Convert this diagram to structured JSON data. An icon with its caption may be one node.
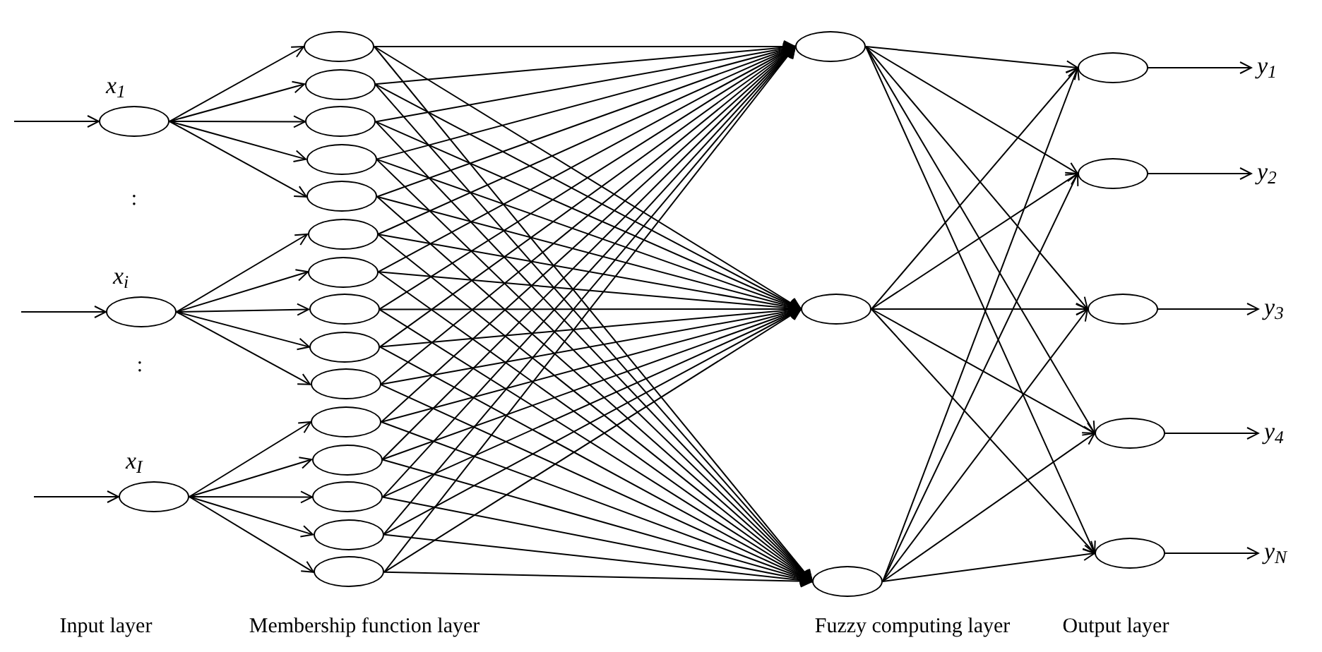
{
  "diagram": {
    "nodes": [
      {
        "text": [],
        "shape": "ellipse",
        "beside": [
          "x$_{1}$"
        ]
      },
      {
        "text": [],
        "shape": "ellipse",
        "beside": [
          "x$_{i}$"
        ]
      },
      {
        "text": [],
        "shape": "ellipse",
        "beside": [
          "x$_{I}$"
        ]
      },
      {
        "text": [],
        "shape": "ellipse"
      },
      {
        "text": [],
        "shape": "ellipse"
      },
      {
        "text": [],
        "shape": "ellipse"
      },
      {
        "text": [],
        "shape": "ellipse"
      },
      {
        "text": [],
        "shape": "ellipse"
      },
      {
        "text": [],
        "shape": "ellipse"
      },
      {
        "text": [],
        "shape": "ellipse"
      },
      {
        "text": [],
        "shape": "ellipse"
      },
      {
        "text": [],
        "shape": "ellipse"
      },
      {
        "text": [],
        "shape": "ellipse"
      },
      {
        "text": [],
        "shape": "ellipse"
      },
      {
        "text": [],
        "shape": "ellipse"
      },
      {
        "text": [],
        "shape": "ellipse"
      },
      {
        "text": [],
        "shape": "ellipse"
      },
      {
        "text": [],
        "shape": "ellipse"
      },
      {
        "text": [],
        "shape": "ellipse"
      },
      {
        "text": [],
        "shape": "ellipse"
      },
      {
        "text": [],
        "shape": "ellipse"
      },
      {
        "text": [],
        "shape": "ellipse"
      },
      {
        "text": [],
        "shape": "ellipse"
      },
      {
        "text": [],
        "shape": "ellipse"
      },
      {
        "text": [],
        "shape": "ellipse"
      },
      {
        "text": [],
        "shape": "ellipse"
      },
      {
        "text": [
          "y$_{1}$"
        ]
      },
      {
        "text": [
          "y$_{2}$"
        ]
      },
      {
        "text": [
          "y$_{3}$"
        ]
      },
      {
        "text": [
          "y$_{4}$"
        ]
      },
      {
        "text": [
          "y$_{N}$"
        ]
      }
    ],
    "edges": [
      {
        "from": null,
        "to": 0,
        "arrow": "to"
      },
      {
        "from": null,
        "to": 1,
        "arrow": "to"
      },
      {
        "from": null,
        "to": 2,
        "arrow": "to"
      },
      {
        "from": 0,
        "to": 3,
        "arrow": "to"
      },
      {
        "from": 0,
        "to": 4,
        "arrow": "to"
      },
      {
        "from": 0,
        "to": 5,
        "arrow": "to"
      },
      {
        "from": 0,
        "to": 6,
        "arrow": "to"
      },
      {
        "from": 0,
        "to": 7,
        "arrow": "to"
      },
      {
        "from": 1,
        "to": 8,
        "arrow": "to"
      },
      {
        "from": 1,
        "to": 9,
        "arrow": "to"
      },
      {
        "from": 1,
        "to": 10,
        "arrow": "to"
      },
      {
        "from": 1,
        "to": 11,
        "arrow": "to"
      },
      {
        "from": 1,
        "to": 12,
        "arrow": "to"
      },
      {
        "from": 2,
        "to": 13,
        "arrow": "to"
      },
      {
        "from": 2,
        "to": 14,
        "arrow": "to"
      },
      {
        "from": 2,
        "to": 15,
        "arrow": "to"
      },
      {
        "from": 2,
        "to": 16,
        "arrow": "to"
      },
      {
        "from": 2,
        "to": 17,
        "arrow": "to"
      },
      {
        "from": 3,
        "to": 18,
        "arrow": "to"
      },
      {
        "from": 3,
        "to": 19,
        "arrow": "to"
      },
      {
        "from": 3,
        "to": 20,
        "arrow": "to"
      },
      {
        "from": 4,
        "to": 18,
        "arrow": "to"
      },
      {
        "from": 4,
        "to": 19,
        "arrow": "to"
      },
      {
        "from": 4,
        "to": 20,
        "arrow": "to"
      },
      {
        "from": 5,
        "to": 18,
        "arrow": "to"
      },
      {
        "from": 5,
        "to": 19,
        "arrow": "to"
      },
      {
        "from": 5,
        "to": 20,
        "arrow": "to"
      },
      {
        "from": 6,
        "to": 18,
        "arrow": "to"
      },
      {
        "from": 6,
        "to": 19,
        "arrow": "to"
      },
      {
        "from": 6,
        "to": 20,
        "arrow": "to"
      },
      {
        "from": 7,
        "to": 18,
        "arrow": "to"
      },
      {
        "from": 7,
        "to": 19,
        "arrow": "to"
      },
      {
        "from": 7,
        "to": 20,
        "arrow": "to"
      },
      {
        "from": 8,
        "to": 18,
        "arrow": "to"
      },
      {
        "from": 8,
        "to": 19,
        "arrow": "to"
      },
      {
        "from": 8,
        "to": 20,
        "arrow": "to"
      },
      {
        "from": 9,
        "to": 18,
        "arrow": "to"
      },
      {
        "from": 9,
        "to": 19,
        "arrow": "to"
      },
      {
        "from": 9,
        "to": 20,
        "arrow": "to"
      },
      {
        "from": 10,
        "to": 18,
        "arrow": "to"
      },
      {
        "from": 10,
        "to": 19,
        "arrow": "to"
      },
      {
        "from": 10,
        "to": 20,
        "arrow": "to"
      },
      {
        "from": 11,
        "to": 18,
        "arrow": "to"
      },
      {
        "from": 11,
        "to": 19,
        "arrow": "to"
      },
      {
        "from": 11,
        "to": 20,
        "arrow": "to"
      },
      {
        "from": 12,
        "to": 18,
        "arrow": "to"
      },
      {
        "from": 12,
        "to": 19,
        "arrow": "to"
      },
      {
        "from": 12,
        "to": 20,
        "arrow": "to"
      },
      {
        "from": 13,
        "to": 18,
        "arrow": "to"
      },
      {
        "from": 13,
        "to": 19,
        "arrow": "to"
      },
      {
        "from": 13,
        "to": 20,
        "arrow": "to"
      },
      {
        "from": 14,
        "to": 18,
        "arrow": "to"
      },
      {
        "from": 14,
        "to": 19,
        "arrow": "to"
      },
      {
        "from": 14,
        "to": 20,
        "arrow": "to"
      },
      {
        "from": 15,
        "to": 18,
        "arrow": "to"
      },
      {
        "from": 15,
        "to": 19,
        "arrow": "to"
      },
      {
        "from": 15,
        "to": 20,
        "arrow": "to"
      },
      {
        "from": 16,
        "to": 18,
        "arrow": "to"
      },
      {
        "from": 16,
        "to": 19,
        "arrow": "to"
      },
      {
        "from": 16,
        "to": 20,
        "arrow": "to"
      },
      {
        "from": 17,
        "to": 18,
        "arrow": "to"
      },
      {
        "from": 17,
        "to": 19,
        "arrow": "to"
      },
      {
        "from": 17,
        "to": 20,
        "arrow": "to"
      },
      {
        "from": 18,
        "to": 21,
        "arrow": "to"
      },
      {
        "from": 18,
        "to": 22,
        "arrow": "to"
      },
      {
        "from": 18,
        "to": 23,
        "arrow": "to"
      },
      {
        "from": 18,
        "to": 24,
        "arrow": "to"
      },
      {
        "from": 18,
        "to": 25,
        "arrow": "to"
      },
      {
        "from": 19,
        "to": 21,
        "arrow": "to"
      },
      {
        "from": 19,
        "to": 22,
        "arrow": "to"
      },
      {
        "from": 19,
        "to": 23,
        "arrow": "to"
      },
      {
        "from": 19,
        "to": 24,
        "arrow": "to"
      },
      {
        "from": 19,
        "to": 25,
        "arrow": "to"
      },
      {
        "from": 20,
        "to": 21,
        "arrow": "to"
      },
      {
        "from": 20,
        "to": 22,
        "arrow": "to"
      },
      {
        "from": 20,
        "to": 23,
        "arrow": "to"
      },
      {
        "from": 20,
        "to": 24,
        "arrow": "to"
      },
      {
        "from": 20,
        "to": 25,
        "arrow": "to"
      },
      {
        "from": 21,
        "to": 26,
        "arrow": "to"
      },
      {
        "from": 22,
        "to": 27,
        "arrow": "to"
      },
      {
        "from": 23,
        "to": 28,
        "arrow": "to"
      },
      {
        "from": 24,
        "to": 29,
        "arrow": "to"
      },
      {
        "from": 25,
        "to": 30,
        "arrow": "to"
      }
    ],
    "labels": [
      ":",
      ":",
      "Input layer",
      "Membership function layer",
      "Fuzzy computing layer",
      "Output layer"
    ]
  }
}
